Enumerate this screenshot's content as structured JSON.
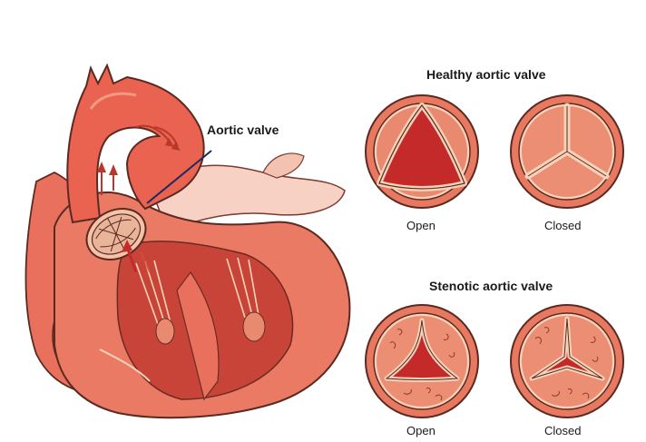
{
  "heart": {
    "callout_label": "Aortic valve"
  },
  "healthy": {
    "title": "Healthy aortic valve",
    "open_label": "Open",
    "closed_label": "Closed"
  },
  "stenotic": {
    "title": "Stenotic aortic valve",
    "open_label": "Open",
    "closed_label": "Closed"
  },
  "colors": {
    "tissue": "#e8705c",
    "tissue_light": "#f4a68f",
    "tissue_dark": "#b8392c",
    "blood": "#c42a2a",
    "valve_rim": "#f6d3b8",
    "outline": "#5a2a22",
    "callout_line": "#1b2a5c"
  }
}
